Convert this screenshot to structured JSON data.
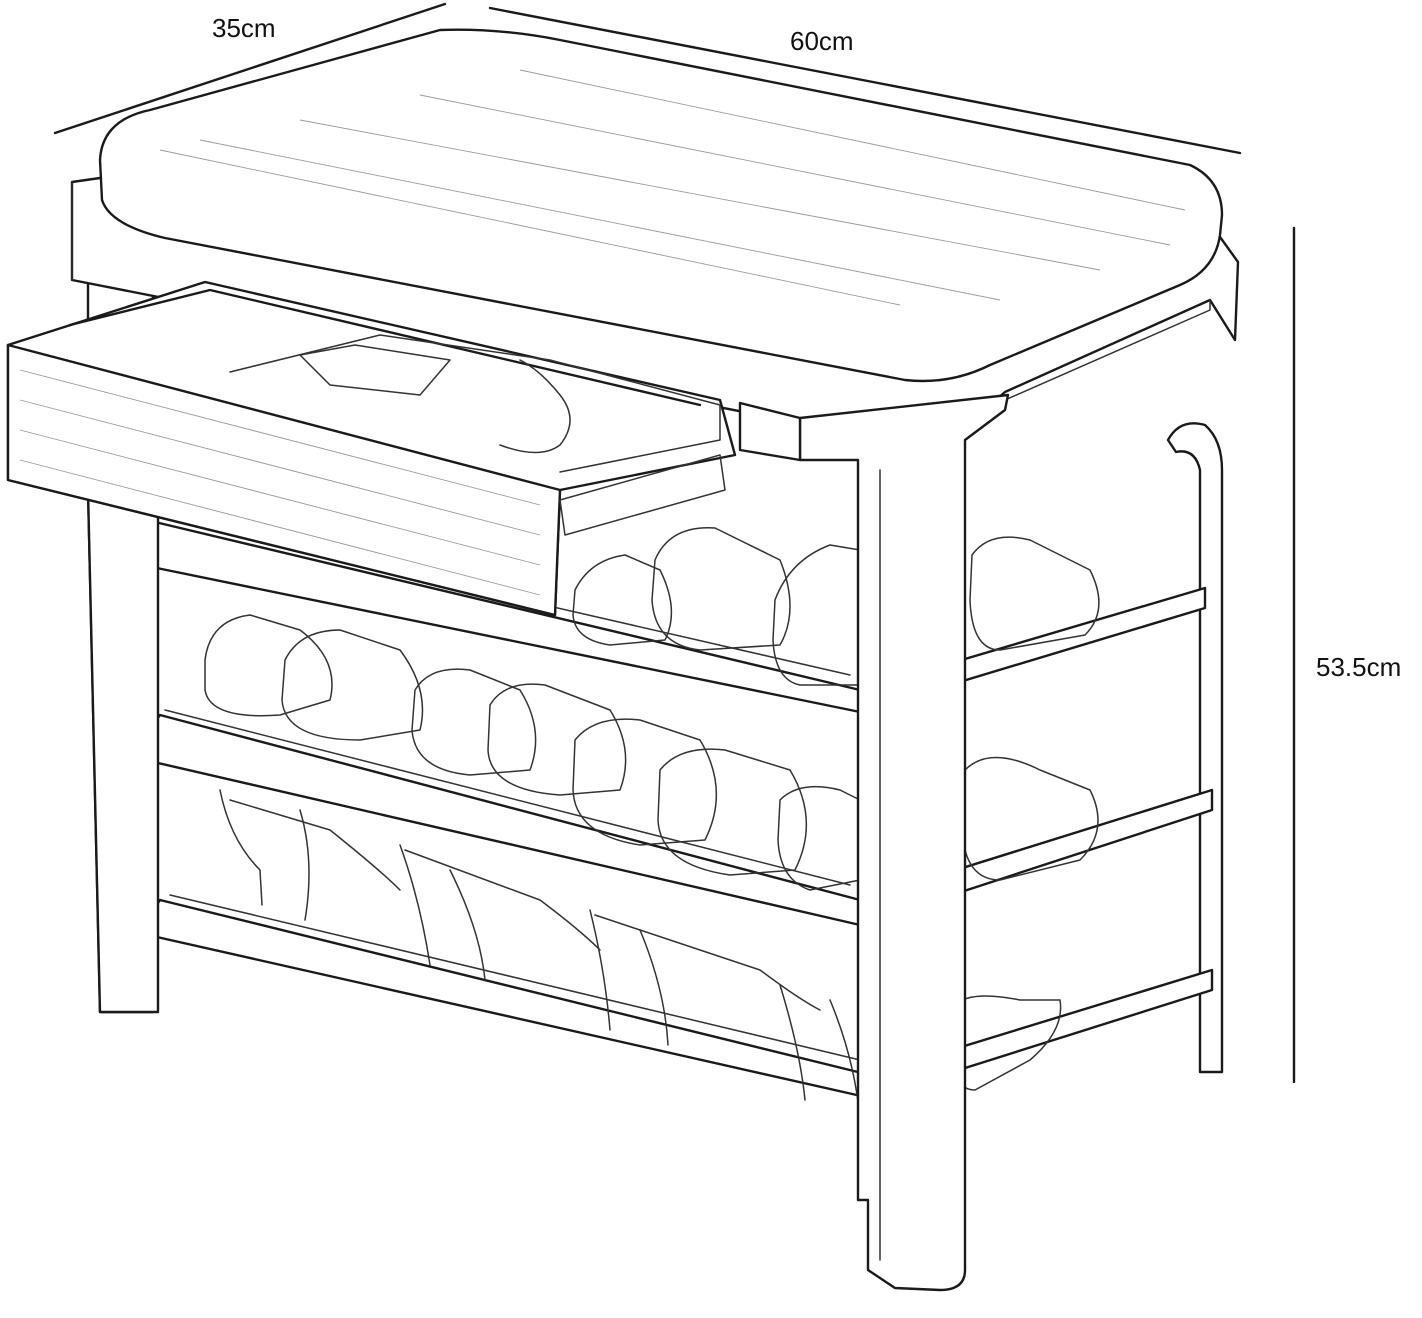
{
  "dimensions": {
    "depth": "35cm",
    "width": "60cm",
    "height": "53.5cm"
  },
  "colors": {
    "background": "#ffffff",
    "line": "#1a1a1a"
  }
}
